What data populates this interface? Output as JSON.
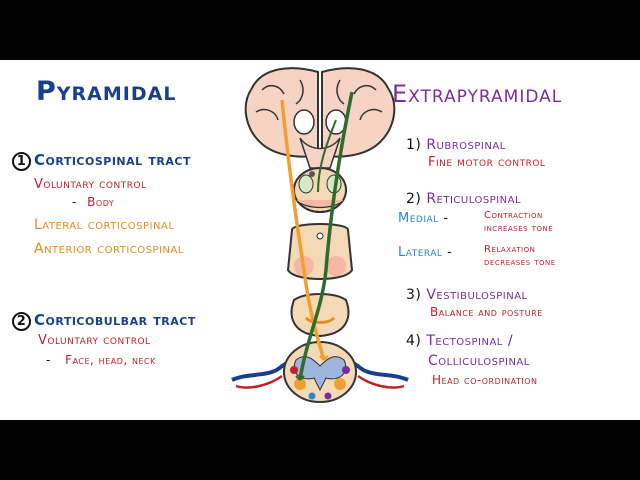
{
  "pyramidal": {
    "heading": "Pyramidal",
    "corticospinal": {
      "number": "1",
      "title": "Corticospinal tract",
      "function": "Voluntary control",
      "dash": "-",
      "detail": "Body",
      "lateral": "Lateral corticospinal",
      "anterior": "Anterior corticospinal"
    },
    "corticobulbar": {
      "number": "2",
      "title": "Corticobulbar tract",
      "function": "Voluntary control",
      "dash": "-",
      "detail": "Face, head, neck"
    }
  },
  "extrapyramidal": {
    "heading": "Extrapyramidal",
    "tracts": [
      {
        "number": "1)",
        "name": "Rubrospinal",
        "desc": "Fine motor control"
      },
      {
        "number": "2)",
        "name": "Reticulospinal"
      },
      {
        "number": "3)",
        "name": "Vestibulospinal",
        "desc": "Balance and posture"
      },
      {
        "number": "4)",
        "name": "Tectospinal /",
        "name2": "Colliculospinal",
        "desc": "Head co-ordination"
      }
    ],
    "medial": {
      "label": "Medial",
      "dash": "-",
      "line1": "Contraction",
      "line2": "increases tone"
    },
    "lateral": {
      "label": "Lateral",
      "dash": "-",
      "line1": "Relaxation",
      "line2": "decreases tone"
    }
  },
  "colors": {
    "pyramidal_heading": "#1b3f8f",
    "extrapyramidal_heading": "#7a2c9e",
    "function_text": "#c2202d",
    "subtract_text": "#e38b1b",
    "medial_lateral": "#2a88c8",
    "orange_tract": "#f0a030",
    "green_tract": "#2e6b2e",
    "brain_fill": "#f6d3c3"
  }
}
